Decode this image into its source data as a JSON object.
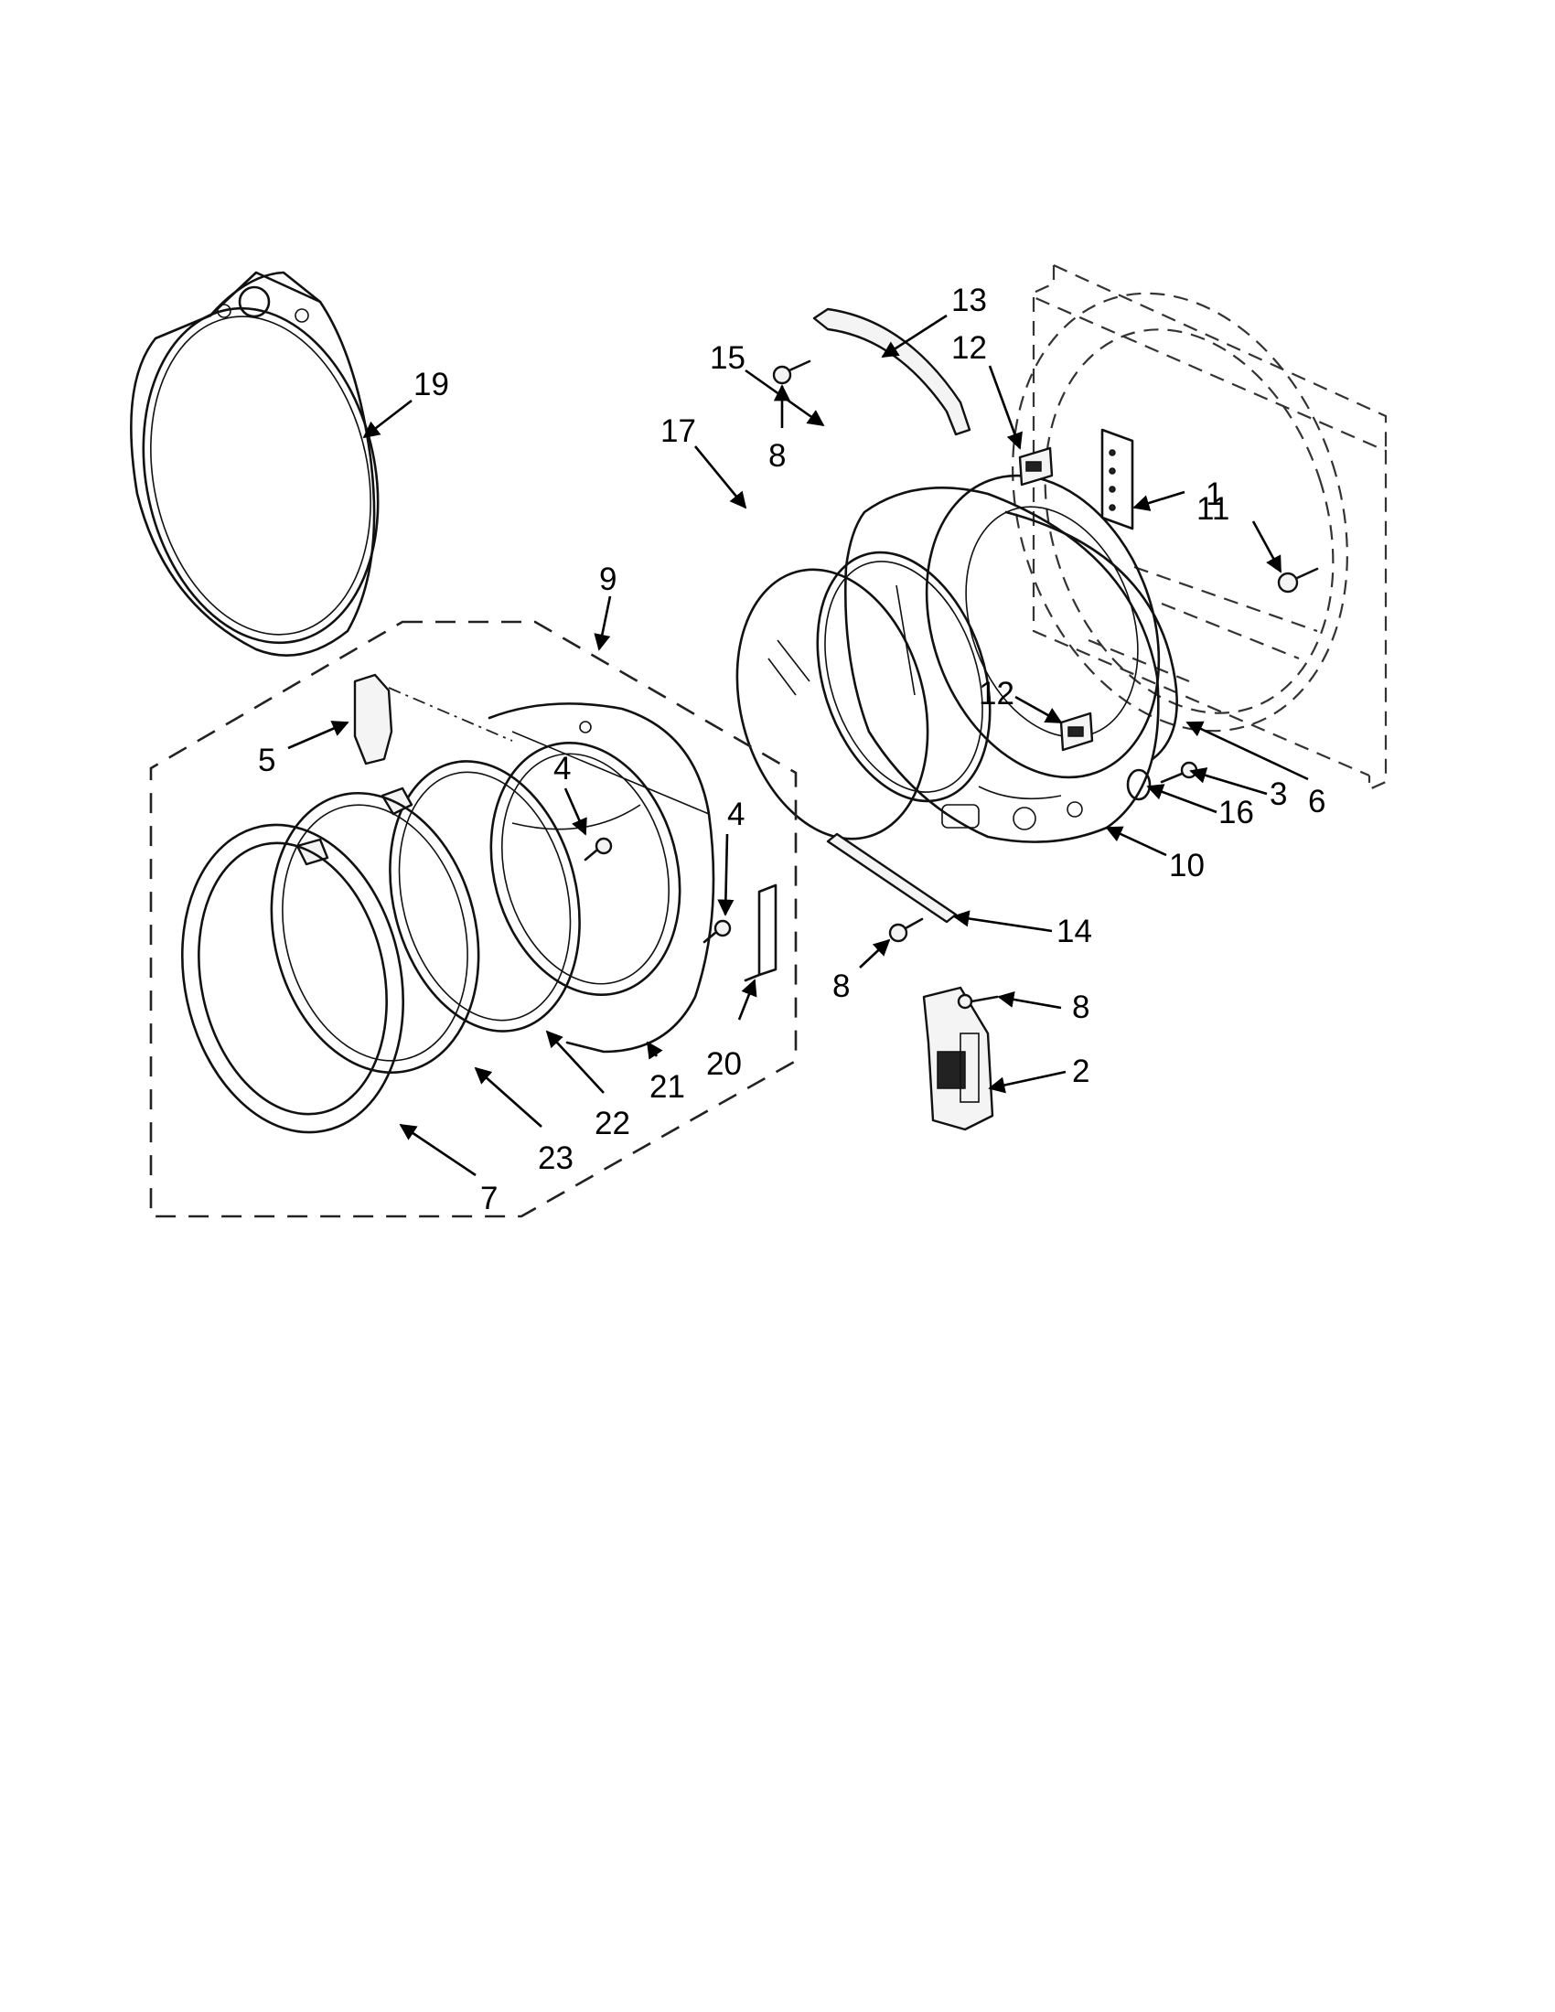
{
  "callouts": {
    "c1": "1",
    "c2": "2",
    "c3": "3",
    "c4a": "4",
    "c4b": "4",
    "c5": "5",
    "c6": "6",
    "c7": "7",
    "c8a": "8",
    "c8b": "8",
    "c8c": "8",
    "c9": "9",
    "c10": "10",
    "c11": "11",
    "c12a": "12",
    "c12b": "12",
    "c13": "13",
    "c14": "14",
    "c15": "15",
    "c16": "16",
    "c17": "17",
    "c19": "19",
    "c20": "20",
    "c21": "21",
    "c22": "22",
    "c23": "23"
  }
}
